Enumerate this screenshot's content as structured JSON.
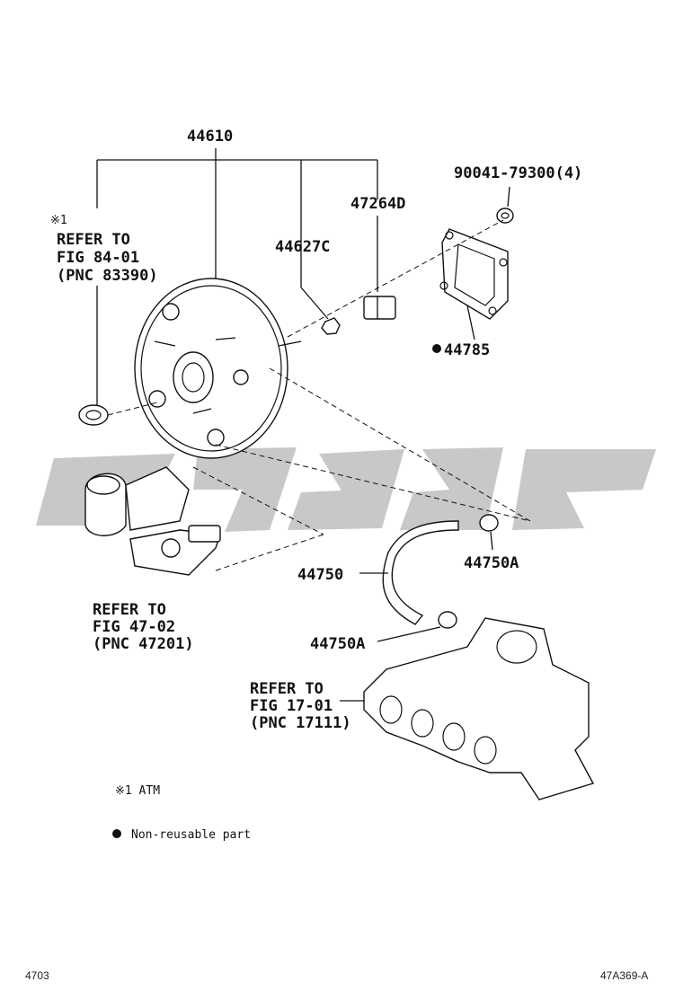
{
  "callouts": {
    "booster_assembly": "44610",
    "vacuum_check_valve": "44627C",
    "grommet": "47264D",
    "nut": "90041-79300(4)",
    "gasket": "44785",
    "hose": "44750",
    "clip_upper": "44750A",
    "clip_lower": "44750A"
  },
  "refs": {
    "atm_ref": {
      "mark": "※1",
      "line1": "REFER TO",
      "line2": "FIG 84-01",
      "line3": "(PNC 83390)"
    },
    "master_cyl_ref": {
      "line1": "REFER TO",
      "line2": "FIG 47-02",
      "line3": "(PNC 47201)"
    },
    "intake_ref": {
      "line1": "REFER TO",
      "line2": "FIG 17-01",
      "line3": "(PNC 17111)"
    }
  },
  "legend": {
    "atm_note": "※1 ATM",
    "non_reusable_label": "Non-reusable part"
  },
  "footer": {
    "page_number": "4703",
    "figure_code": "47A369-A"
  }
}
